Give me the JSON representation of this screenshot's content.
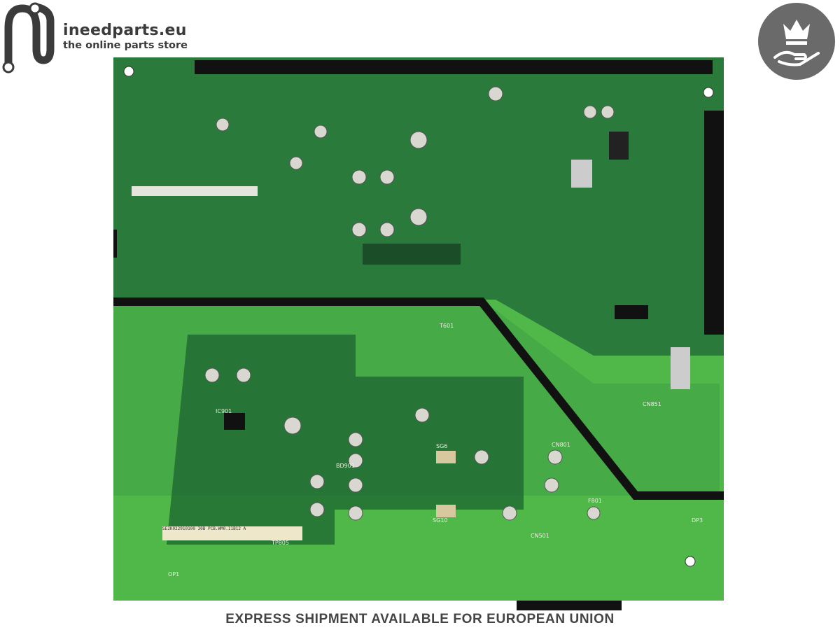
{
  "logo": {
    "brand": "ineedparts.eu",
    "tagline": "the online parts store"
  },
  "badge": {
    "icon": "crown-hand-icon",
    "color": "#6a6a6a"
  },
  "board": {
    "colors": {
      "light_green": "#4fb848",
      "dark_green": "#1f6b34",
      "trace": "#111111"
    },
    "sticker_text": "SE2K022910100 30B PCB.WM0.11B12 A",
    "labels": [
      "CN501",
      "CN801",
      "CN851",
      "SG10",
      "SG6",
      "F801",
      "TP805",
      "T601",
      "IC901",
      "BD901",
      "OP1",
      "DP3"
    ]
  },
  "footer": {
    "banner": "EXPRESS SHIPMENT AVAILABLE FOR EUROPEAN UNION"
  }
}
